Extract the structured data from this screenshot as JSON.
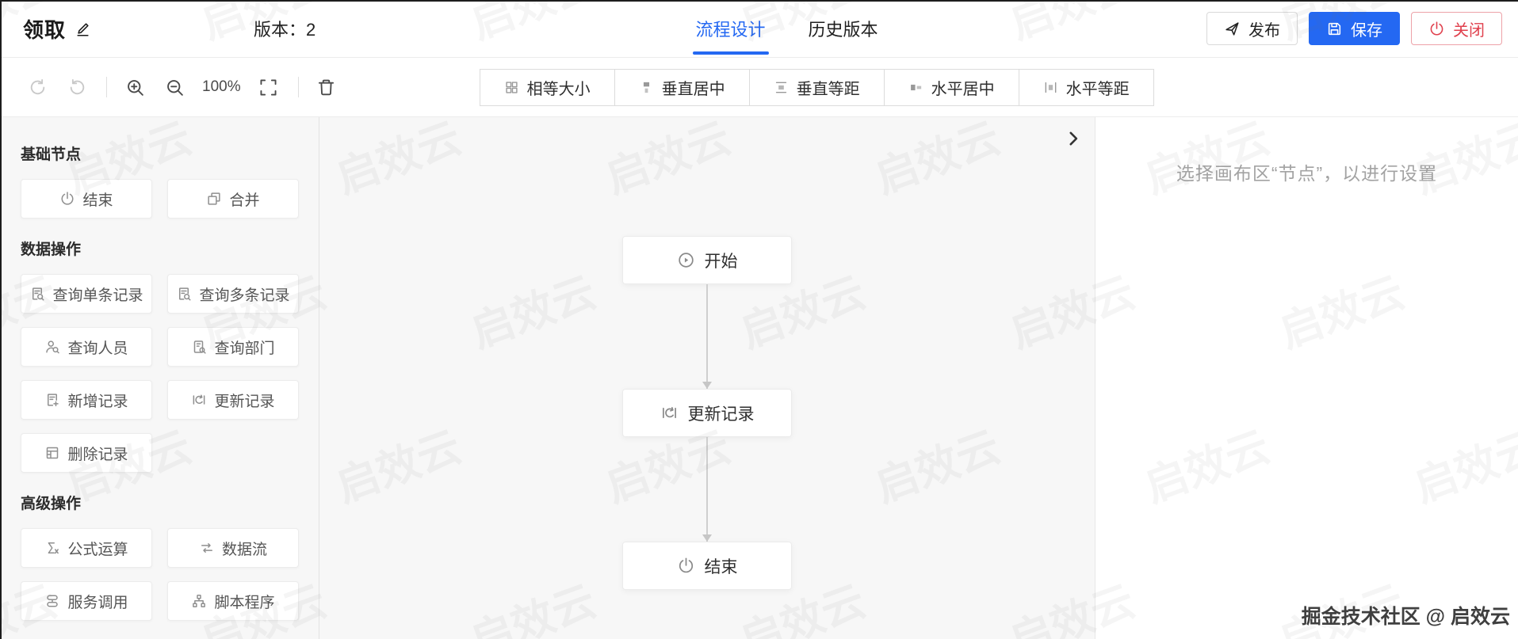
{
  "header": {
    "title": "领取",
    "version_label": "版本：",
    "version_value": "2",
    "tabs": [
      {
        "label": "流程设计",
        "active": true
      },
      {
        "label": "历史版本",
        "active": false
      }
    ],
    "actions": [
      {
        "id": "publish",
        "label": "发布",
        "icon": "send-icon",
        "style": "default"
      },
      {
        "id": "save",
        "label": "保存",
        "icon": "save-icon",
        "style": "primary"
      },
      {
        "id": "close",
        "label": "关闭",
        "icon": "power-icon",
        "style": "danger"
      }
    ]
  },
  "toolbar": {
    "tools": [
      {
        "id": "undo",
        "icon": "undo-icon",
        "enabled": false
      },
      {
        "id": "redo",
        "icon": "redo-icon",
        "enabled": false
      },
      {
        "id": "divider-1"
      },
      {
        "id": "zoom-in",
        "icon": "zoom-in-icon",
        "enabled": true
      },
      {
        "id": "zoom-out",
        "icon": "zoom-out-icon",
        "enabled": true
      },
      {
        "id": "zoom-level",
        "text": "100%"
      },
      {
        "id": "fit-screen",
        "icon": "fit-screen-icon",
        "enabled": true
      },
      {
        "id": "divider-2"
      },
      {
        "id": "delete",
        "icon": "trash-icon",
        "enabled": true
      }
    ],
    "align_buttons": [
      {
        "id": "equal-size",
        "label": "相等大小",
        "icon": "equal-size-icon"
      },
      {
        "id": "vertical-center",
        "label": "垂直居中",
        "icon": "vertical-center-icon"
      },
      {
        "id": "vertical-space",
        "label": "垂直等距",
        "icon": "vertical-space-icon"
      },
      {
        "id": "horizontal-center",
        "label": "水平居中",
        "icon": "horizontal-center-icon"
      },
      {
        "id": "horizontal-space",
        "label": "水平等距",
        "icon": "horizontal-space-icon"
      }
    ]
  },
  "sidebar": {
    "groups": [
      {
        "title": "基础节点",
        "items": [
          {
            "id": "end",
            "label": "结束",
            "icon": "power-icon"
          },
          {
            "id": "merge",
            "label": "合并",
            "icon": "merge-icon"
          }
        ]
      },
      {
        "title": "数据操作",
        "items": [
          {
            "id": "query-single-record",
            "label": "查询单条记录",
            "icon": "doc-search-icon"
          },
          {
            "id": "query-multi-record",
            "label": "查询多条记录",
            "icon": "doc-search-icon"
          },
          {
            "id": "query-person",
            "label": "查询人员",
            "icon": "person-search-icon"
          },
          {
            "id": "query-department",
            "label": "查询部门",
            "icon": "dept-search-icon"
          },
          {
            "id": "create-record",
            "label": "新增记录",
            "icon": "doc-add-icon"
          },
          {
            "id": "update-record",
            "label": "更新记录",
            "icon": "update-record-icon"
          },
          {
            "id": "delete-record",
            "label": "删除记录",
            "icon": "delete-record-icon"
          }
        ]
      },
      {
        "title": "高级操作",
        "items": [
          {
            "id": "formula",
            "label": "公式运算",
            "icon": "formula-icon"
          },
          {
            "id": "dataflow",
            "label": "数据流",
            "icon": "dataflow-icon"
          },
          {
            "id": "service-call",
            "label": "服务调用",
            "icon": "service-icon"
          },
          {
            "id": "script",
            "label": "脚本程序",
            "icon": "script-icon"
          }
        ]
      }
    ]
  },
  "canvas": {
    "collapse_icon": "chevron-right-icon",
    "nodes": [
      {
        "id": "start",
        "label": "开始",
        "icon": "play-circle-icon"
      },
      {
        "id": "update-record",
        "label": "更新记录",
        "icon": "update-record-icon"
      },
      {
        "id": "end",
        "label": "结束",
        "icon": "power-icon"
      }
    ]
  },
  "inspector": {
    "placeholder": "选择画布区“节点”，以进行设置"
  },
  "watermark": {
    "tile_text": "启效云",
    "credit": "掘金技术社区 @ 启效云"
  },
  "colors": {
    "primary": "#2468f2",
    "danger": "#e0404d",
    "canvas_bg": "#f7f7f7",
    "connector": "#cfcfcf"
  }
}
